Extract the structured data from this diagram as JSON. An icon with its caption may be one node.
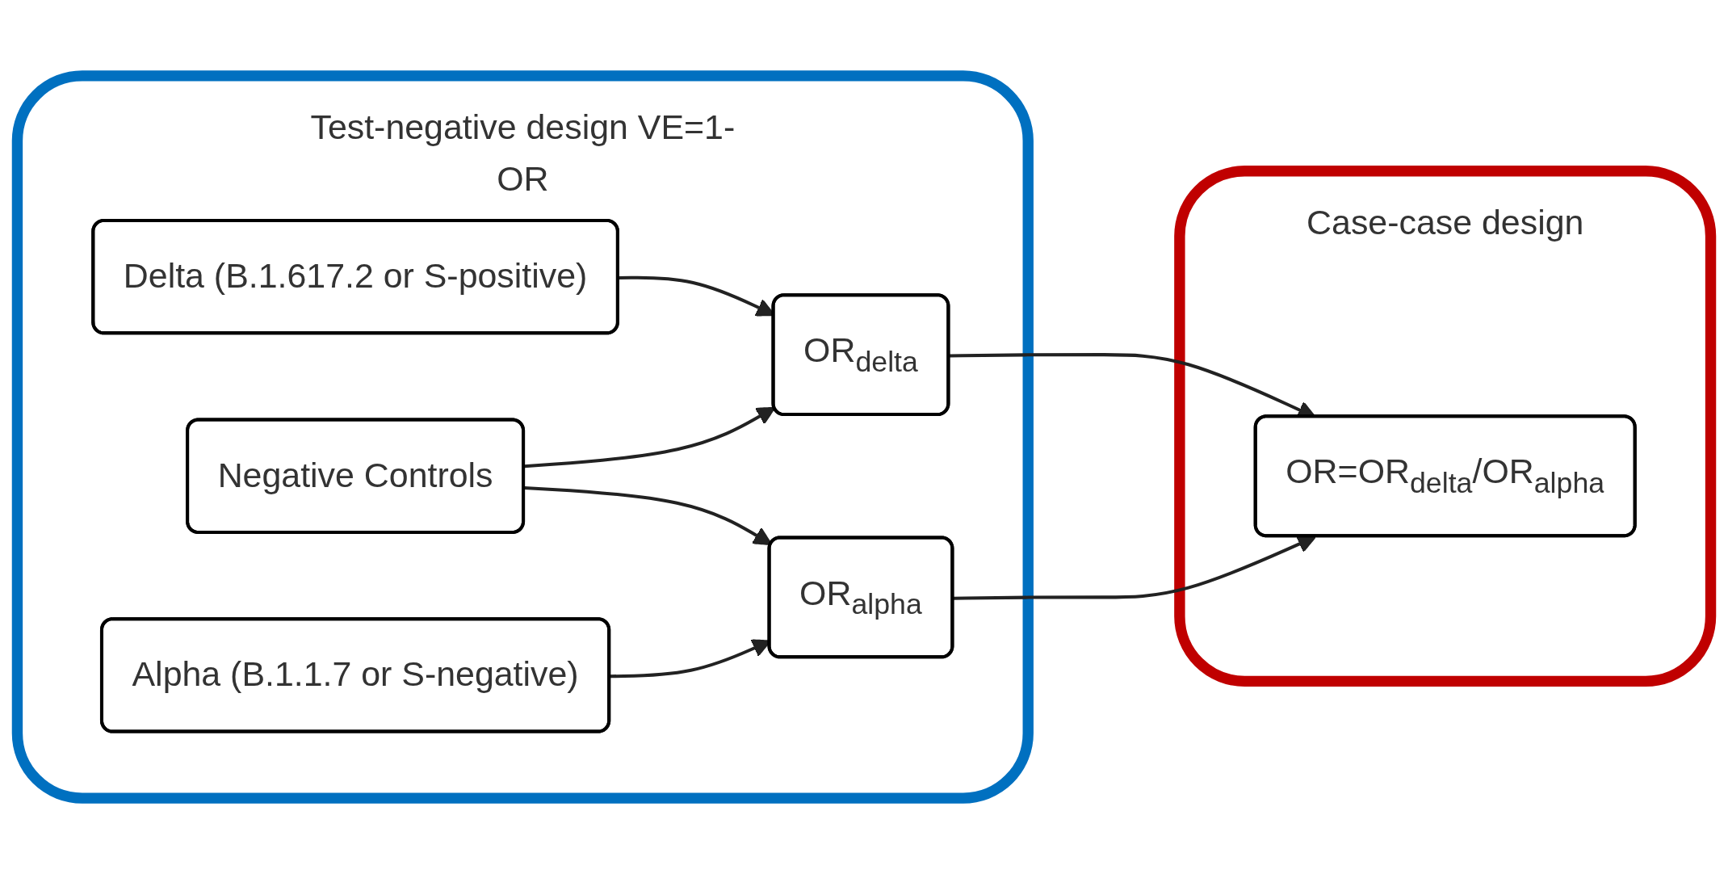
{
  "diagram": {
    "nodes": [
      {
        "text": [
          "Test-negative design VE=1-OR"
        ]
      },
      {
        "text": [
          "Delta (B.1.617.2 or S-positive)"
        ],
        "in": 0
      },
      {
        "text": [
          "Negative Controls"
        ],
        "in": 0
      },
      {
        "text": [
          "Alpha (B.1.1.7 or S-negative)"
        ],
        "in": 0
      },
      {
        "text": [
          "OR$_{delta}$"
        ],
        "in": 0
      },
      {
        "text": [
          "OR$_{alpha}$"
        ],
        "in": 0
      },
      {
        "text": [
          "Case-case design"
        ]
      },
      {
        "text": [
          "OR=OR$_{delta}$/OR$_{alpha}$"
        ],
        "in": 6
      }
    ],
    "edges": [
      {
        "from": 1,
        "to": 4,
        "arrow": "to"
      },
      {
        "from": 2,
        "to": 4,
        "arrow": "to"
      },
      {
        "from": 2,
        "to": 5,
        "arrow": "to"
      },
      {
        "from": 3,
        "to": 5,
        "arrow": "to"
      },
      {
        "from": 4,
        "to": 7,
        "arrow": "to"
      },
      {
        "from": 5,
        "to": 7,
        "arrow": "to"
      }
    ]
  }
}
